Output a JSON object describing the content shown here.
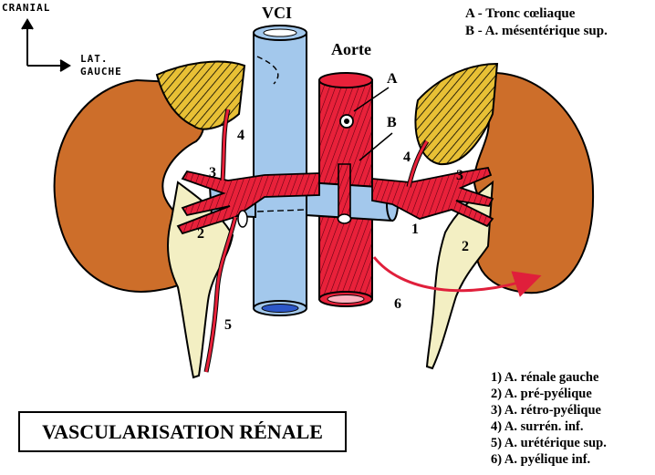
{
  "orientation": {
    "cranial": "CRANIAL",
    "lat_1": "LAT.",
    "lat_2": "GAUCHE"
  },
  "structures": {
    "vci": "VCI",
    "aorte": "Aorte",
    "marker_a": "A",
    "marker_b": "B"
  },
  "legend_top": [
    "A - Tronc cœliaque",
    "B - A. mésentérique sup."
  ],
  "legend_bottom": [
    "1) A. rénale gauche",
    "2) A. pré-pyélique",
    "3) A. rétro-pyélique",
    "4) A. surrén. inf.",
    "5) A. urétérique sup.",
    "6) A. pyélique inf."
  ],
  "numbers": {
    "n1": "1",
    "n2_left": "2",
    "n2_right": "2",
    "n3_left": "3",
    "n3_right": "3",
    "n4_left": "4",
    "n4_right": "4",
    "n5": "5",
    "n6": "6"
  },
  "title": "VASCULARISATION RÉNALE",
  "colors": {
    "kidney": "#cd6e2a",
    "adrenal": "#e8c035",
    "aorta": "#e8213a",
    "vein": "#a3c8ec",
    "pelvis": "#f3efc3",
    "arrow": "#e01f3b"
  }
}
